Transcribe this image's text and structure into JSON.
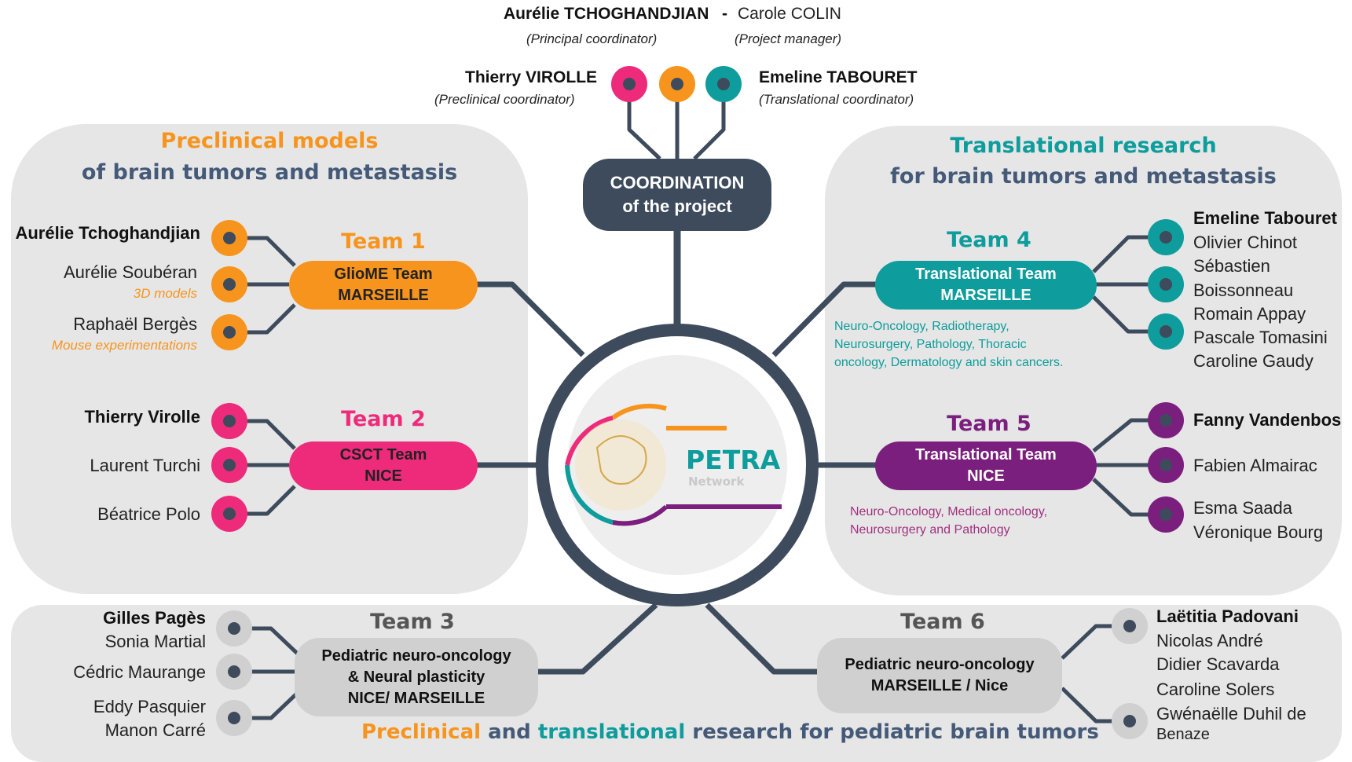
{
  "header": {
    "principal_name": "Aurélie TCHOGHANDJIAN",
    "separator": "-",
    "manager_name": "Carole COLIN",
    "principal_role": "(Principal coordinator)",
    "manager_role": "(Project manager)",
    "preclinical_name": "Thierry VIROLLE",
    "preclinical_role": "(Preclinical coordinator)",
    "translational_name": "Emeline TABOURET",
    "translational_role": "(Translational coordinator)"
  },
  "coordination": {
    "line1": "COORDINATION",
    "line2": "of the project"
  },
  "left_panel": {
    "title1": "Preclinical models",
    "title2": "of brain tumors and metastasis"
  },
  "right_panel": {
    "title1": "Translational research",
    "title2": "for brain tumors and metastasis"
  },
  "team1": {
    "label": "Team 1",
    "line1": "GlioME Team",
    "line2": "MARSEILLE",
    "members": [
      "Aurélie Tchoghandjian",
      "Aurélie Soubéran",
      "Raphaël Bergès"
    ],
    "member2_sub": "3D models",
    "member3_sub": "Mouse experimentations"
  },
  "team2": {
    "label": "Team 2",
    "line1": "CSCT Team",
    "line2": "NICE",
    "members": [
      "Thierry Virolle",
      "Laurent Turchi",
      "Béatrice Polo"
    ]
  },
  "team3": {
    "label": "Team 3",
    "line1": "Pediatric neuro-oncology",
    "line2": "& Neural plasticity",
    "line3": "NICE/ MARSEILLE",
    "members": [
      "Gilles Pagès",
      "Sonia Martial",
      "Cédric Maurange",
      "Eddy Pasquier",
      "Manon Carré"
    ]
  },
  "team4": {
    "label": "Team 4",
    "line1": "Translational Team",
    "line2": "MARSEILLE",
    "members": [
      "Emeline Tabouret",
      "Olivier Chinot",
      "Sébastien",
      "Boissonneau",
      "Romain Appay",
      "Pascale Tomasini",
      "Caroline Gaudy"
    ],
    "note": [
      "Neuro-Oncology, Radiotherapy,",
      "Neurosurgery, Pathology, Thoracic",
      "oncology, Dermatology and skin cancers."
    ]
  },
  "team5": {
    "label": "Team 5",
    "line1": "Translational Team",
    "line2": "NICE",
    "members": [
      "Fanny Vandenbos",
      "Fabien Almairac",
      "Esma Saada",
      "Véronique Bourg"
    ],
    "note": [
      "Neuro-Oncology,  Medical oncology,",
      "Neurosurgery and Pathology"
    ]
  },
  "team6": {
    "label": "Team 6",
    "line1": "Pediatric neuro-oncology",
    "line2": "MARSEILLE / Nice",
    "members": [
      "Laëtitia Padovani",
      "Nicolas André",
      "Didier Scavarda",
      "Caroline Solers",
      "Gwénaëlle Duhil de",
      "Benaze"
    ]
  },
  "logo": {
    "name": "PETRA",
    "sub": "Network"
  },
  "footer": {
    "part1": "Preclinical",
    "part2": " and ",
    "part3": "translational",
    "part4": " research for pediatric brain tumors"
  },
  "colors": {
    "orange": "#f7941d",
    "pink": "#ee2a7b",
    "teal": "#0e9c9c",
    "purple": "#7b1f7e",
    "navy": "#3d4b5c",
    "grey": "#d0d0d0",
    "slate": "#445a78"
  }
}
